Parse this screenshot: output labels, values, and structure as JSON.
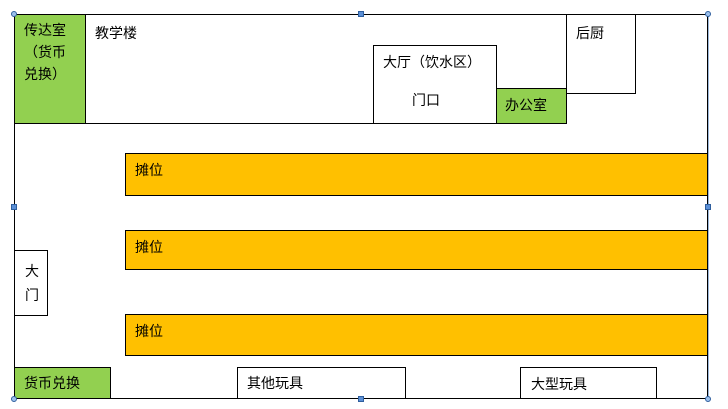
{
  "rooms": {
    "reception": "传达室\n（货币\n兑换）",
    "teaching_building": "教学楼",
    "hall": "大厅（饮水区）",
    "doorway": "门口",
    "office": "办公室",
    "kitchen": "后厨",
    "main_gate": "大\n门",
    "currency_exchange": "货币兑换",
    "other_toys": "其他玩具",
    "large_toys": "大型玩具"
  },
  "stalls": [
    "摊位",
    "摊位",
    "摊位"
  ],
  "colors": {
    "green": "#92d050",
    "orange": "#ffc000",
    "selection_handle": "#5b8fd6"
  }
}
